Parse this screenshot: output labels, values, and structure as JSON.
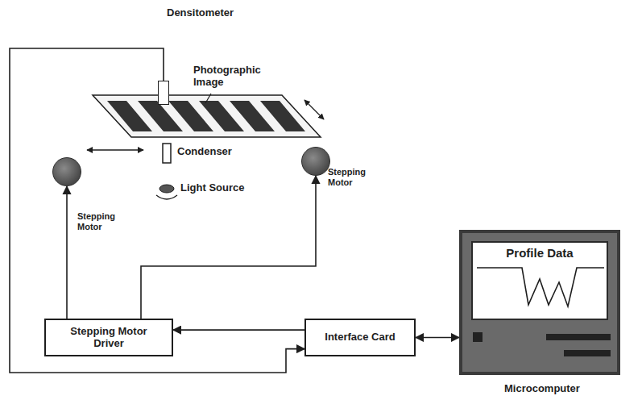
{
  "diagram": {
    "nodes": [
      {
        "text": [
          "Densitometer"
        ]
      },
      {
        "text": [
          "Stepping Motor"
        ]
      },
      {
        "text": [
          "Stepping Motor"
        ]
      },
      {
        "text": [
          "Stepping Motor Driver"
        ]
      },
      {
        "text": [
          "Interface Card"
        ]
      },
      {
        "text": [
          "Profile Data",
          "Microcomputer"
        ]
      }
    ],
    "edges": [
      {
        "from": 0,
        "to": 4,
        "arrow": "to"
      },
      {
        "from": 4,
        "to": 3,
        "arrow": "to"
      },
      {
        "from": 3,
        "to": 1,
        "arrow": "to"
      },
      {
        "from": 3,
        "to": 2,
        "arrow": "to"
      },
      {
        "from": 4,
        "to": 5,
        "arrow": "both"
      }
    ],
    "labels": [
      "Photographic Image",
      "Condenser",
      "Light Source"
    ]
  }
}
